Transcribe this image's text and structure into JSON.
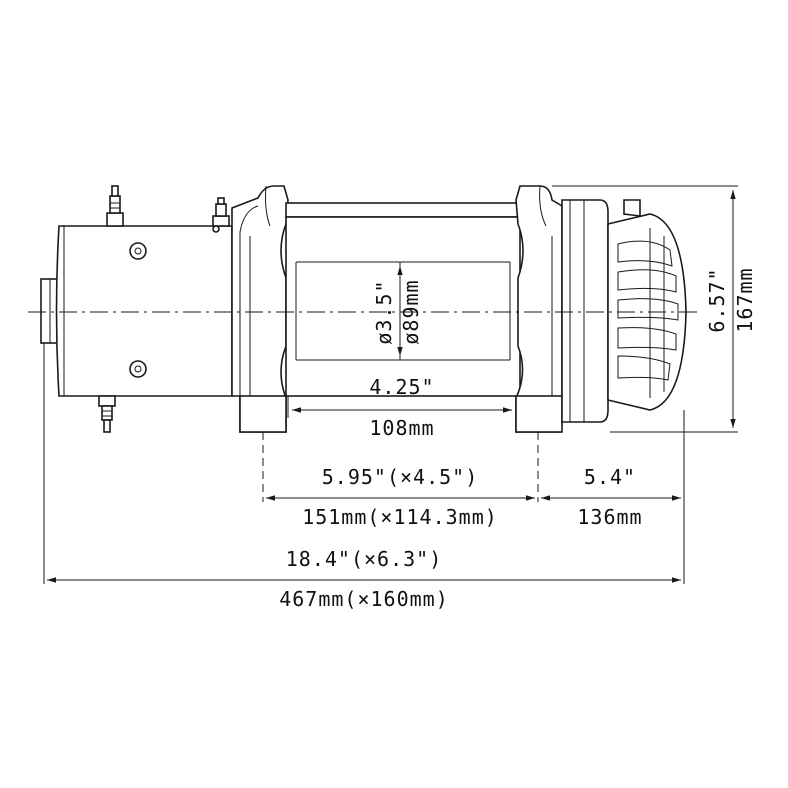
{
  "dimensions": {
    "drum_diameter_in": "ø3.5\"",
    "drum_diameter_mm": "ø89mm",
    "drum_length_in": "4.25\"",
    "drum_length_mm": "108mm",
    "mount_spacing_in": "5.95\"(×4.5\")",
    "mount_spacing_mm": "151mm(×114.3mm)",
    "gearbox_length_in": "5.4\"",
    "gearbox_length_mm": "136mm",
    "overall_length_in": "18.4\"(×6.3\")",
    "overall_length_mm": "467mm(×160mm)",
    "overall_height_in": "6.57\"",
    "overall_height_mm": "167mm"
  }
}
